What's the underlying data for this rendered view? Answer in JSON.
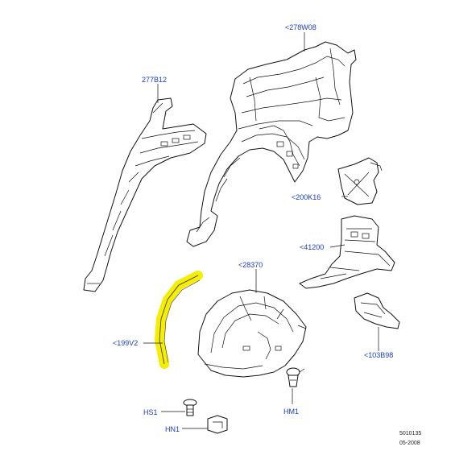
{
  "callouts": {
    "c_278w08": "<278W08",
    "c_277b12": "277B12",
    "c_200k16": "<200K16",
    "c_41200": "<41200",
    "c_28370": "<28370",
    "c_199v2": "<199V2",
    "c_103b98": "<103B98",
    "c_hs1": "HS1",
    "c_hm1": "HM1",
    "c_hn1": "HN1"
  },
  "footer": {
    "ref_number": "5010135",
    "date": "05-2008"
  },
  "colors": {
    "callout_text": "#1a3cc8",
    "highlight": "#f5ee00",
    "line": "#111111"
  }
}
